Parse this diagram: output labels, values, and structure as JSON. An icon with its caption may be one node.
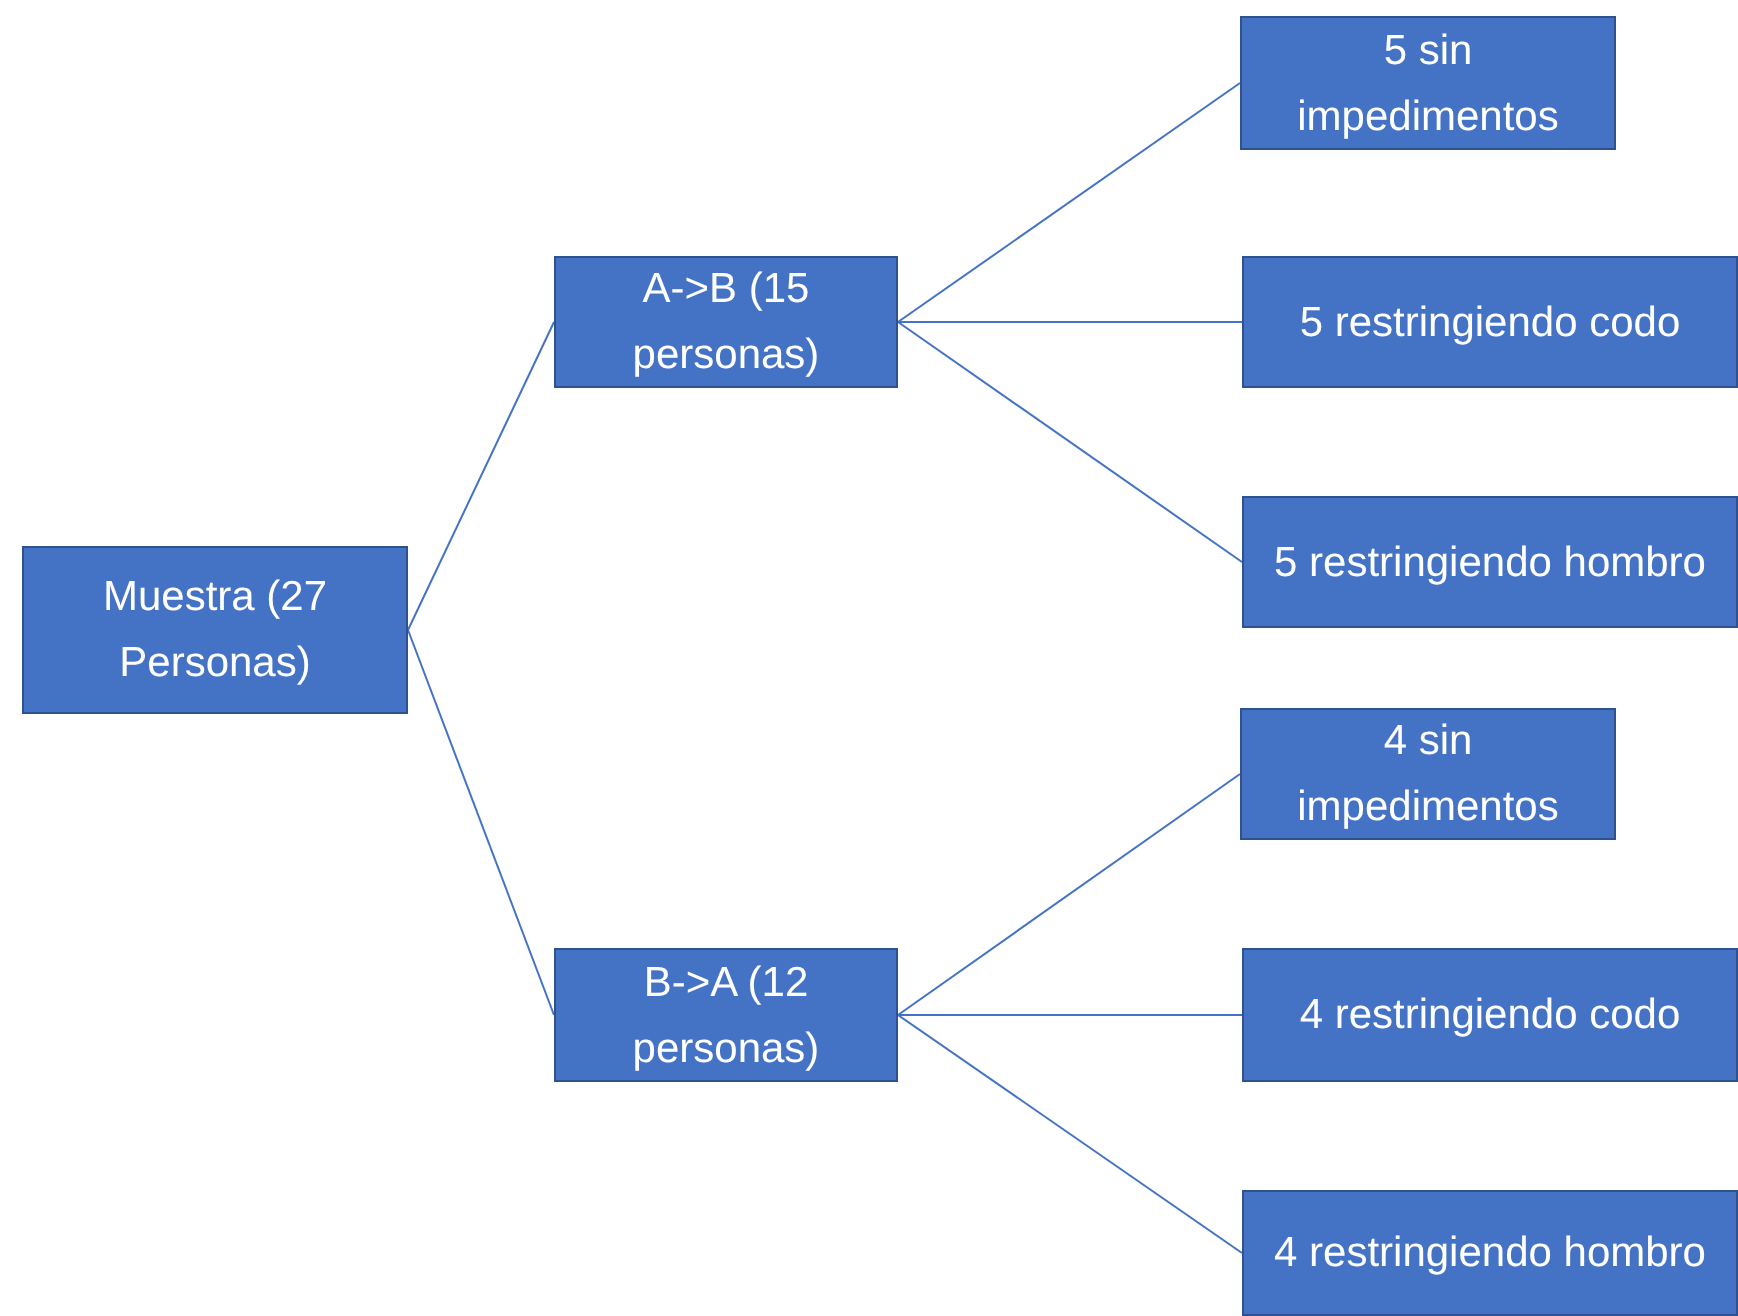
{
  "diagram": {
    "nodes": [
      {
        "text": [
          "Muestra (27 Personas)"
        ]
      },
      {
        "text": [
          "A->B (15 personas)"
        ]
      },
      {
        "text": [
          "B->A (12 personas)"
        ]
      },
      {
        "text": [
          "5 sin impedimentos"
        ]
      },
      {
        "text": [
          "5 restringiendo codo"
        ]
      },
      {
        "text": [
          "5 restringiendo hombro"
        ]
      },
      {
        "text": [
          "4 sin impedimentos"
        ]
      },
      {
        "text": [
          "4 restringiendo codo"
        ]
      },
      {
        "text": [
          "4 restringiendo hombro"
        ]
      }
    ],
    "edges": [
      {
        "from": 0,
        "to": 1,
        "arrow": "none"
      },
      {
        "from": 0,
        "to": 2,
        "arrow": "none"
      },
      {
        "from": 1,
        "to": 3,
        "arrow": "none"
      },
      {
        "from": 1,
        "to": 4,
        "arrow": "none"
      },
      {
        "from": 1,
        "to": 5,
        "arrow": "none"
      },
      {
        "from": 2,
        "to": 6,
        "arrow": "none"
      },
      {
        "from": 2,
        "to": 7,
        "arrow": "none"
      },
      {
        "from": 2,
        "to": 8,
        "arrow": "none"
      }
    ]
  }
}
